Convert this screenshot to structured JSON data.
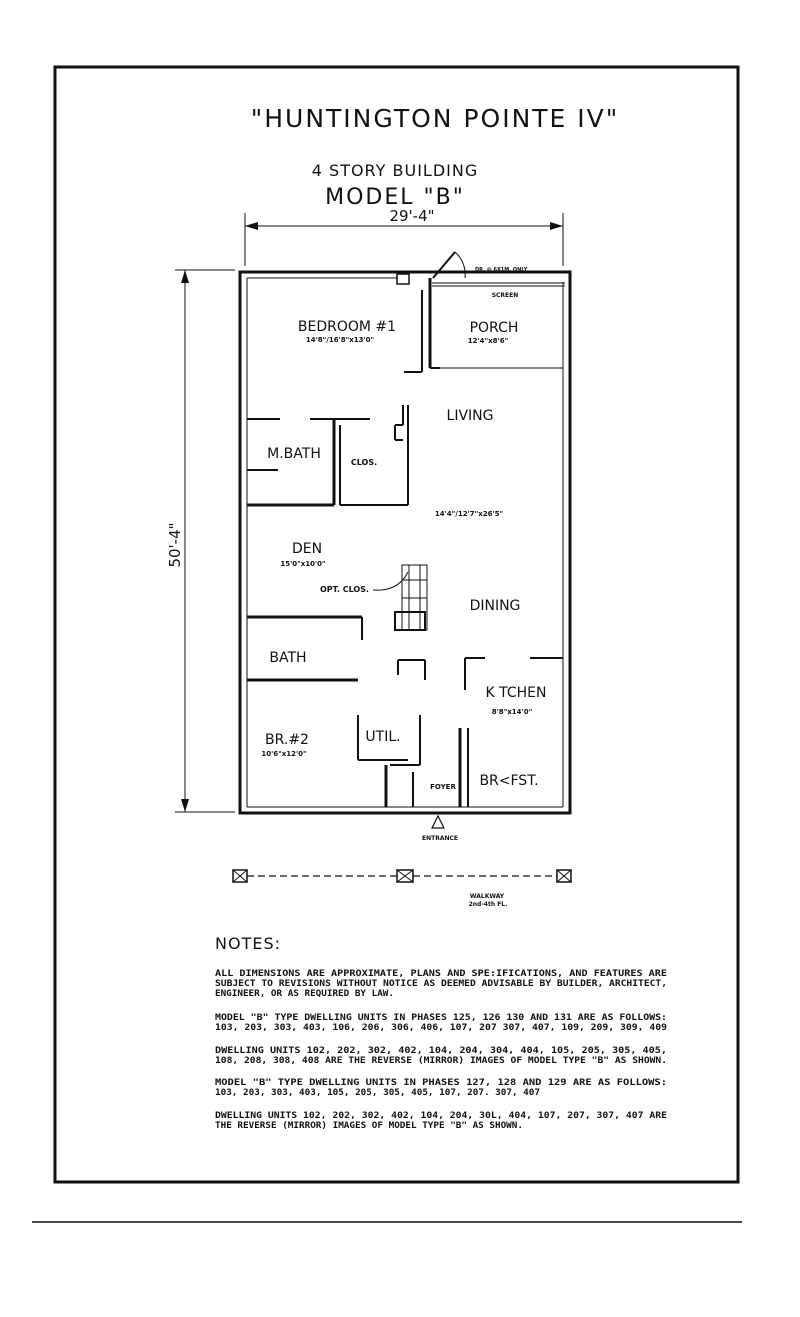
{
  "header": {
    "title": "\"HUNTINGTON POINTE IV\"",
    "subtitle": "4 STORY BUILDING",
    "model": "MODEL \"B\""
  },
  "dimensions": {
    "width": "29'-4\"",
    "depth": "50'-4\""
  },
  "rooms": {
    "bedroom1": {
      "name": "BEDROOM #1",
      "size": "14'8\"/16'8\"x13'0\""
    },
    "porch": {
      "name": "PORCH",
      "size": "12'4\"x8'6\"",
      "screen": "SCREEN",
      "door_note": "DR. @ 6X1M. ONLY"
    },
    "living": {
      "name": "LIVING",
      "size": "14'4\"/12'7\"x26'5\""
    },
    "mbath": {
      "name": "M.BATH"
    },
    "clos": {
      "name": "CLOS."
    },
    "den": {
      "name": "DEN",
      "size": "15'0\"x10'0\""
    },
    "opt_clos": {
      "name": "OPT. CLOS."
    },
    "dining": {
      "name": "DINING"
    },
    "bath": {
      "name": "BATH"
    },
    "kitchen": {
      "name": "K TCHEN",
      "size": "8'8\"x14'0\""
    },
    "br2": {
      "name": "BR.#2",
      "size": "10'6\"x12'0\""
    },
    "util": {
      "name": "UTIL."
    },
    "foyer": {
      "name": "FOYER"
    },
    "brkfst": {
      "name": "BR<FST."
    }
  },
  "entrance": "ENTRANCE",
  "walkway": {
    "line1": "WALKWAY",
    "line2": "2nd-4th FL."
  },
  "notes": {
    "heading": "NOTES:",
    "items": [
      [
        "ALL DIMENSIONS ARE APPROXIMATE, PLANS AND SPE:IFICATIONS, AND FEATURES ARE",
        "SUBJECT TO REVISIONS WITHOUT NOTICE AS DEEMED ADVISABLE BY BUILDER, ARCHITECT,",
        "ENGINEER, OR AS REQUIRED BY LAW."
      ],
      [
        "MODEL \"B\" TYPE DWELLING UNITS IN PHASES 125, 126 130 AND 131 ARE AS FOLLOWS:",
        "103, 203, 303, 403, 106, 206, 306, 406, 107, 207 307, 407, 109, 209, 309, 409"
      ],
      [
        "DWELLING UNITS 102, 202, 302, 402, 104, 204, 304, 404, 105, 205, 305, 405,",
        "108, 208, 308, 408 ARE THE REVERSE (MIRROR) IMAGES OF MODEL TYPE \"B\" AS SHOWN."
      ],
      [
        "MODEL \"B\" TYPE DWELLING UNITS IN PHASES 127, 128 AND 129 ARE AS FOLLOWS:",
        "103, 203, 303, 403, 105, 205, 305, 405, 107, 207. 307, 407"
      ],
      [
        "DWELLING UNITS 102, 202, 302, 402, 104, 204, 30L, 404, 107, 207, 307, 407 ARE",
        "THE REVERSE (MIRROR) IMAGES OF MODEL TYPE \"B\" AS SHOWN."
      ]
    ]
  }
}
